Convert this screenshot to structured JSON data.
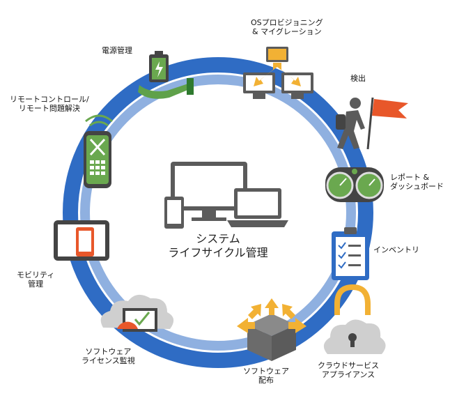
{
  "center": {
    "line1": "システム",
    "line2": "ライフサイクル管理"
  },
  "items": {
    "power": {
      "line1": "電源管理"
    },
    "os": {
      "line1": "OSプロビジョニング",
      "line2": "& マイグレーション"
    },
    "detect": {
      "line1": "検出"
    },
    "remote": {
      "line1": "リモートコントロール/",
      "line2": "リモート問題解決"
    },
    "report": {
      "line1": "レポート &",
      "line2": "ダッシュボード"
    },
    "inventory": {
      "line1": "インベントリ"
    },
    "mobility": {
      "line1": "モビリティ",
      "line2": "管理"
    },
    "license": {
      "line1": "ソフトウェア",
      "line2": "ライセンス監視"
    },
    "distribute": {
      "line1": "ソフトウェア",
      "line2": "配布"
    },
    "cloud": {
      "line1": "クラウドサービス",
      "line2": "アプライアンス"
    }
  },
  "colors": {
    "ring_outer": "#2f6cc4",
    "ring_inner": "#8fb0e0",
    "device_gray": "#5b5b5b",
    "accent_green": "#6aa84f",
    "accent_orange": "#e8572a",
    "accent_gold": "#f2b134",
    "cloud_gray": "#cfcfcf"
  }
}
